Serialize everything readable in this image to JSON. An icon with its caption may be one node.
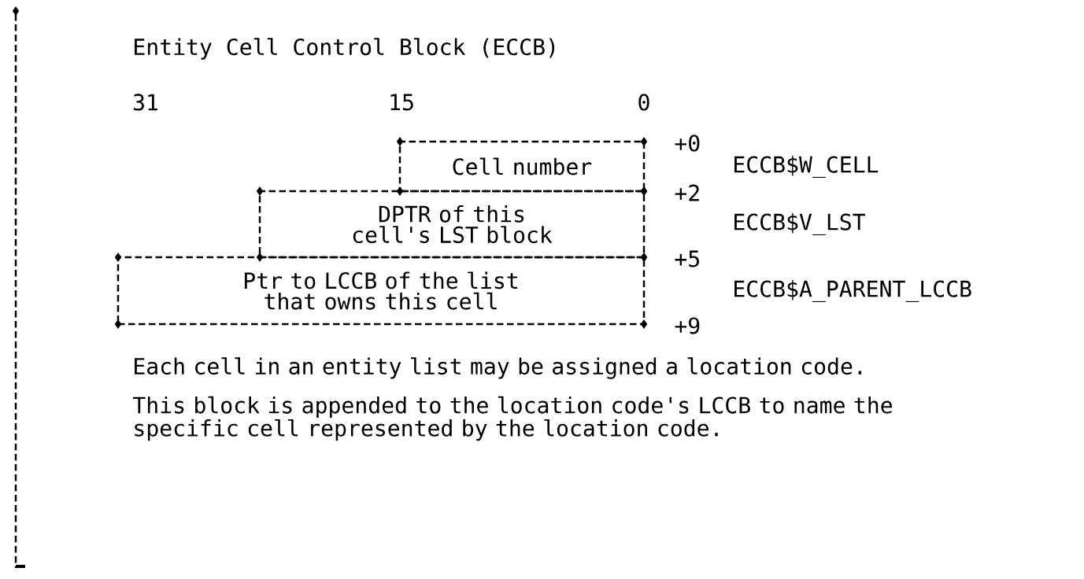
{
  "diagram": {
    "title": "Entity Cell Control Block (ECCB)",
    "nodes": [
      {
        "text": [
          "Cell number"
        ]
      },
      {
        "text": [
          "DPTR of this cell's LST block"
        ]
      },
      {
        "text": [
          "Ptr to LCCB of the list that owns this cell"
        ]
      }
    ],
    "labels": [
      "31",
      "15",
      "0",
      "+0",
      "ECCB$W_CELL",
      "+2",
      "ECCB$V_LST",
      "+5",
      "ECCB$A_PARENT_LCCB",
      "+9",
      "Each cell in an entity list may be assigned a location code.",
      "This block is appended to the location code's LCCB to name the specific cell represented by the location code."
    ]
  }
}
